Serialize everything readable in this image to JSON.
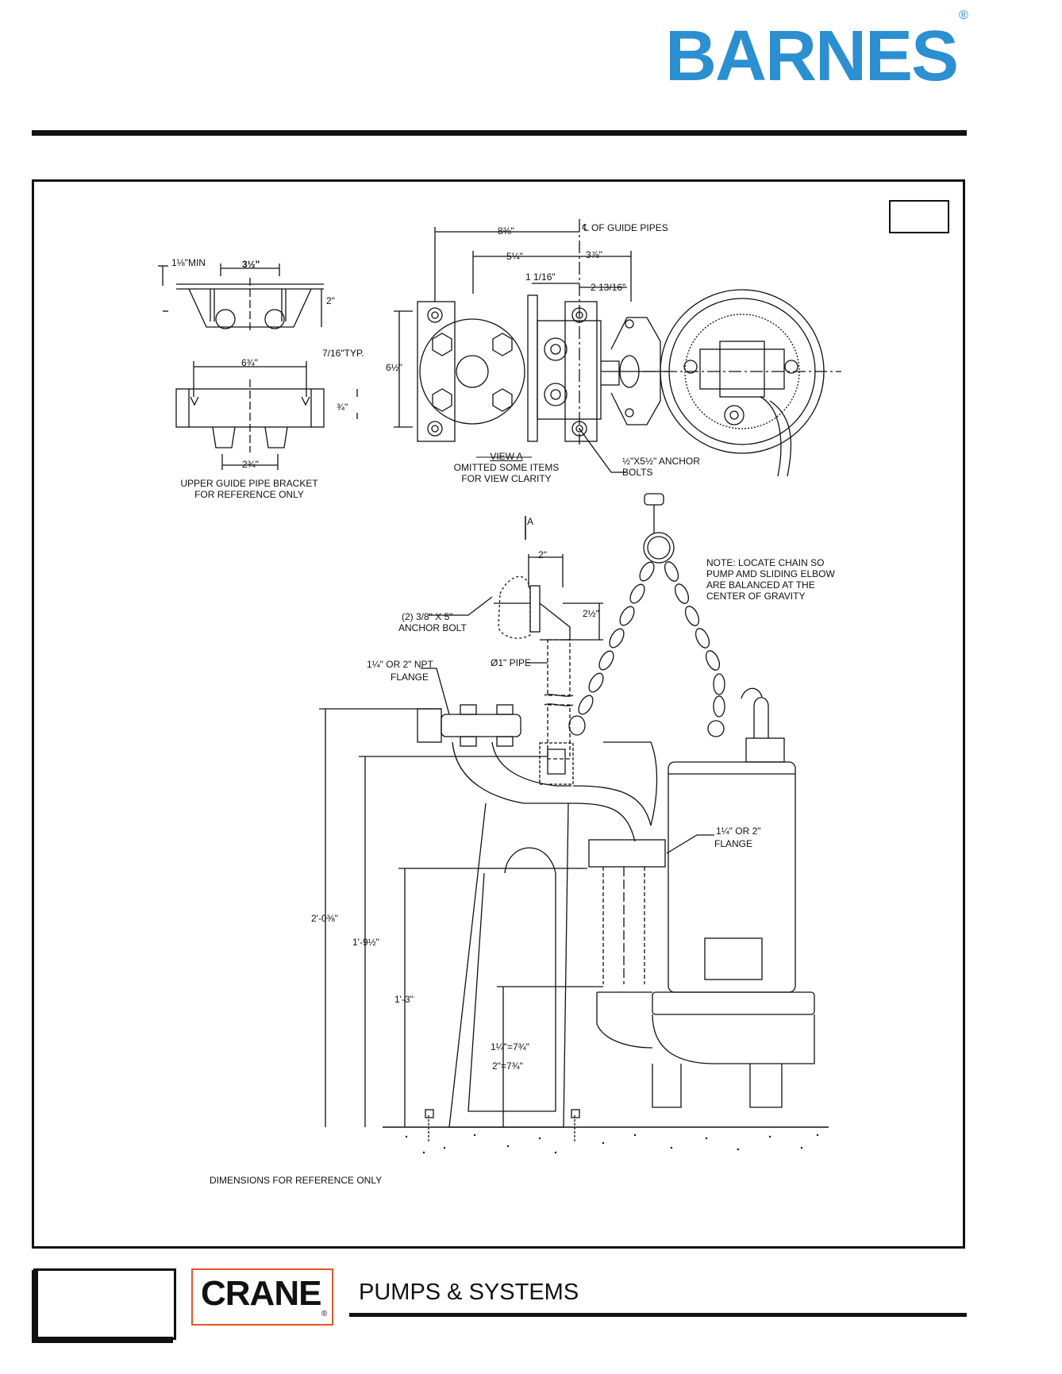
{
  "brand": {
    "name": "BARNES",
    "reg": "®"
  },
  "views": {
    "bracket": {
      "dim_min": "1⅛\"MIN",
      "dim_width": "3½\"",
      "dim_2in": "2\"",
      "dim_6_3_4": "6¾\"",
      "dim_typ": "7/16\"TYP.",
      "dim_3_4": "¾\"",
      "dim_2_3_4": "2¾\"",
      "caption_line1": "UPPER GUIDE PIPE BRACKET",
      "caption_line2": "FOR REFERENCE ONLY"
    },
    "view_a": {
      "dim_8_3_8": "8⅜\"",
      "centerline": "℄  OF GUIDE PIPES",
      "dim_5_1_4": "5¼\"",
      "dim_3_7_8": "3⅞\"",
      "dim_1_1_16": "1 1/16\"",
      "dim_2_13_16": "2 13/16\"",
      "dim_6_1_2": "6½\"",
      "title": "VIEW A",
      "caption_line1": "OMITTED SOME ITEMS",
      "caption_line2": "FOR VIEW CLARITY",
      "anchor_line1": "½\"X5½\" ANCHOR",
      "anchor_line2": "BOLTS"
    },
    "elevation": {
      "section_a": "A",
      "dim_2in": "2\"",
      "anchor_bolt_line1": "(2) 3/8\" X 5\"",
      "anchor_bolt_line2": "ANCHOR BOLT",
      "dim_2_1_2": "2½\"",
      "npt_line1": "1¼\" OR 2\" NPT",
      "npt_line2": "FLANGE",
      "pipe": "Ø1\" PIPE",
      "note_line1": "NOTE: LOCATE CHAIN SO",
      "note_line2": "PUMP AMD SLIDING ELBOW",
      "note_line3": "ARE BALANCED AT THE",
      "note_line4": "CENTER OF GRAVITY",
      "flange_line1": "1¼\" OR 2\"",
      "flange_line2": "FLANGE",
      "dim_2_0_3_8": "2'-0⅜\"",
      "dim_1_9_1_2": "1'-9½\"",
      "dim_1_3": "1'-3\"",
      "dim_small_1": "1¼\"=7¾\"",
      "dim_small_2": "2\"=7¾\"",
      "footnote": "DIMENSIONS FOR REFERENCE ONLY"
    }
  },
  "footer": {
    "logo": "CRANE",
    "logo_reg": "®",
    "tagline": "PUMPS & SYSTEMS"
  },
  "colors": {
    "brand_blue": "#2b8fd0",
    "crane_border": "#e0562a"
  }
}
